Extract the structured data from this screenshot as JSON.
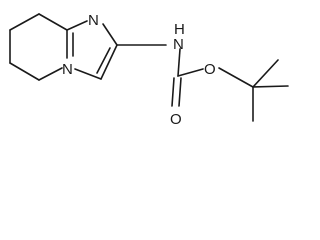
{
  "molecule": {
    "atoms": {
      "n_imidazole": "N",
      "n_bridgehead": "N",
      "n_carbamate": "N",
      "h_carbamate": "H",
      "o_ester": "O",
      "o_carbonyl": "O"
    }
  }
}
